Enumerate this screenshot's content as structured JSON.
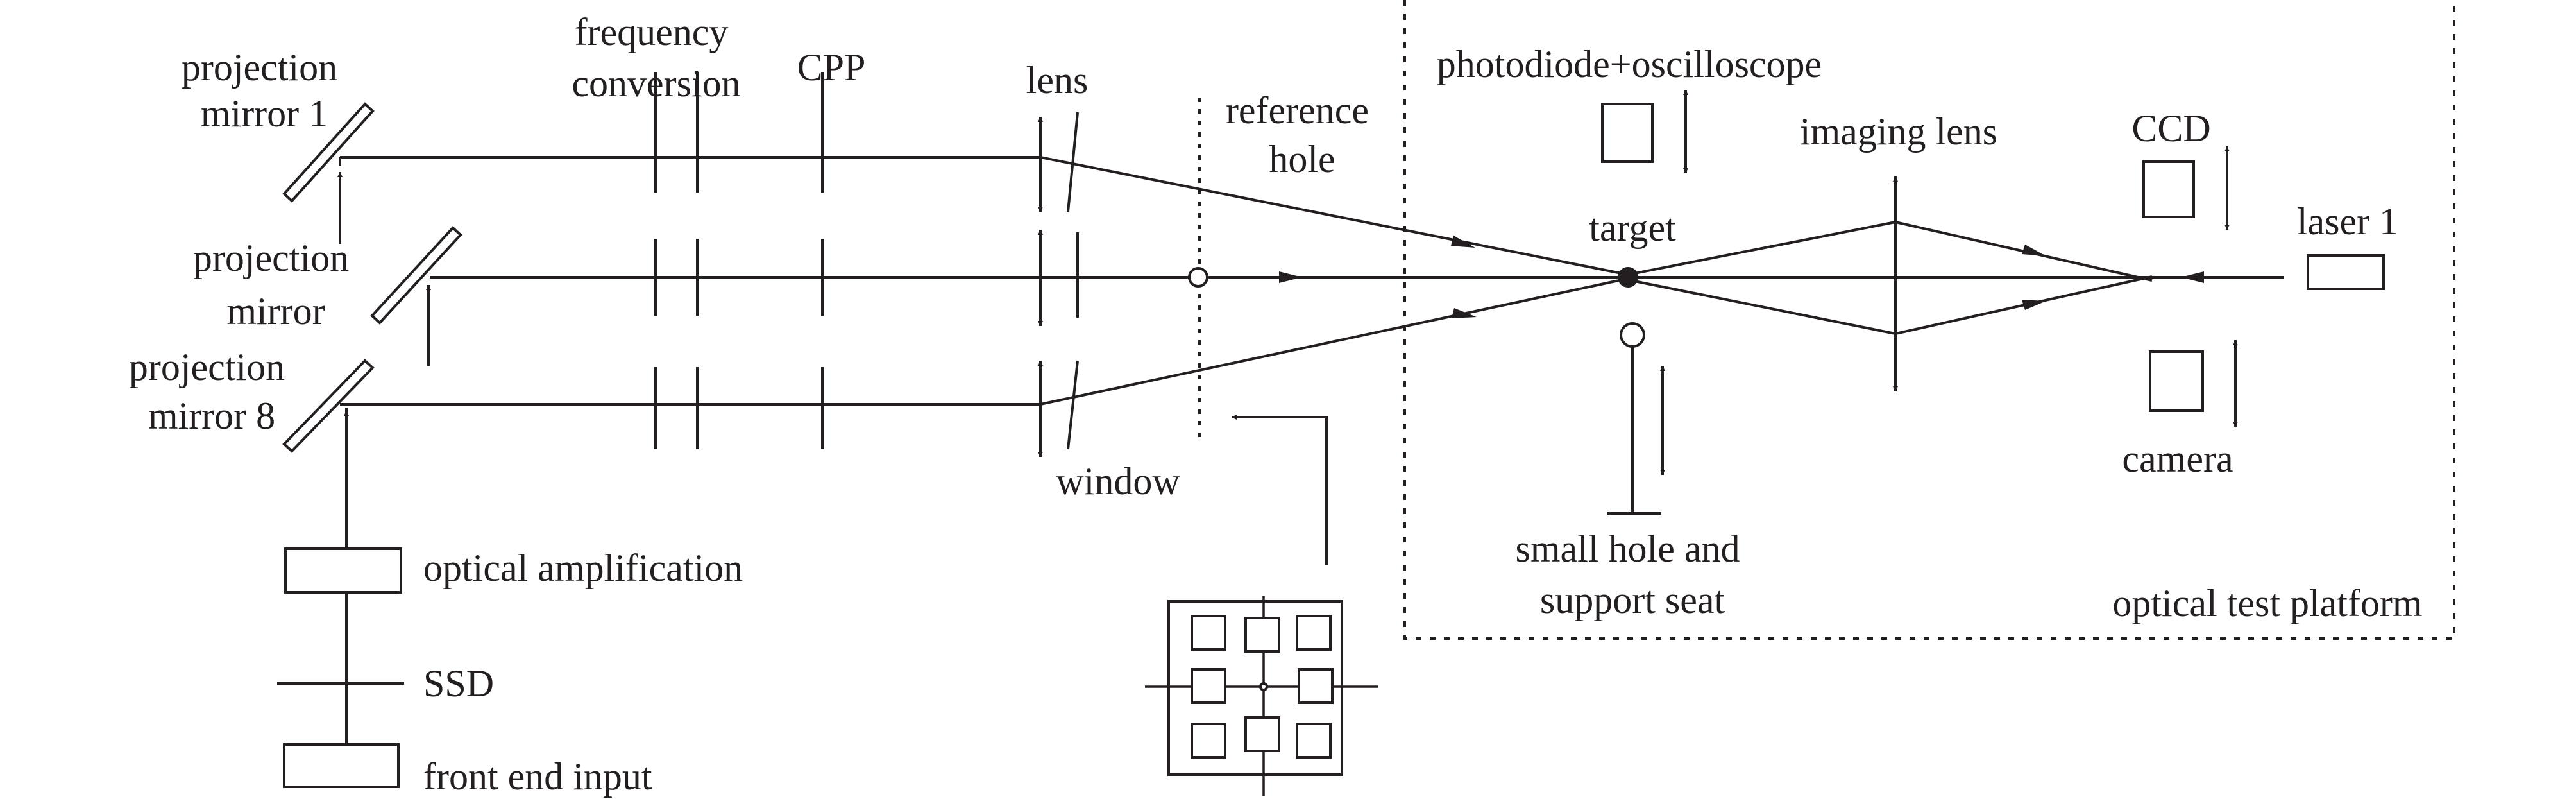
{
  "labels": {
    "projection_mirror_1": [
      "projection",
      "mirror 1"
    ],
    "projection_mirror": [
      "projection",
      "mirror"
    ],
    "projection_mirror_8": [
      "projection",
      "mirror 8"
    ],
    "frequency_conversion": [
      "frequency",
      "conversion"
    ],
    "cpp": "CPP",
    "lens": "lens",
    "reference_hole": [
      "reference",
      "hole"
    ],
    "window": "window",
    "photodiode_oscilloscope": "photodiode+oscilloscope",
    "target": "target",
    "imaging_lens": "imaging lens",
    "ccd": "CCD",
    "laser_1": "laser 1",
    "camera": "camera",
    "small_hole_support_seat": [
      "small hole and",
      "support seat"
    ],
    "optical_test_platform": "optical test platform",
    "optical_amplification": "optical amplification",
    "ssd": "SSD",
    "front_end_input": "front end input"
  }
}
